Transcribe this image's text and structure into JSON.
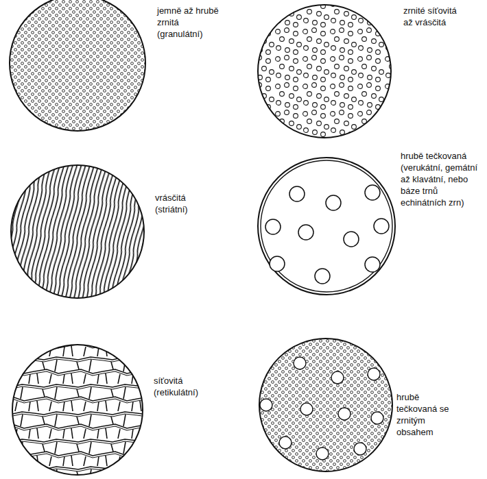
{
  "diagram": {
    "labels": [
      "jemně až hrubě zrnitá (granulátní)",
      "zrnité síťovitá až vrásčitá",
      "vrásčitá (striátní)",
      "hrubě tečkovaná (verukátní, gemátní až klavátní, nebo báze trnů echinátních zrn)",
      "síťovitá (retikulátní)",
      "hrubě tečkovaná se zrnitým obsahem"
    ]
  }
}
